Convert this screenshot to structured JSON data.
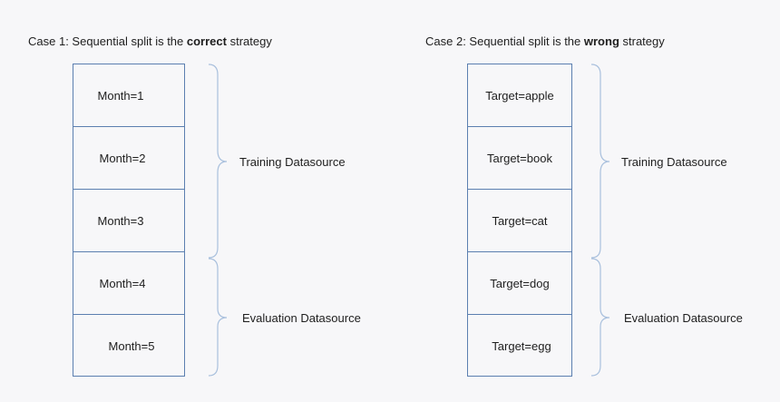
{
  "case1": {
    "title_prefix": "Case 1: Sequential split is the ",
    "title_bold": "correct",
    "title_suffix": " strategy",
    "cells": [
      "Month=1",
      "Month=2",
      "Month=3",
      "Month=4",
      "Month=5"
    ],
    "training_label": "Training Datasource",
    "evaluation_label": "Evaluation Datasource"
  },
  "case2": {
    "title_prefix": "Case 2: Sequential split is the ",
    "title_bold": "wrong",
    "title_suffix": " strategy",
    "cells": [
      "Target=apple",
      "Target=book",
      "Target=cat",
      "Target=dog",
      "Target=egg"
    ],
    "training_label": "Training Datasource",
    "evaluation_label": "Evaluation Datasource"
  },
  "colors": {
    "box_border": "#5b7fb0",
    "brace": "#a9c0dd",
    "split_line": "#5b8fd0"
  }
}
